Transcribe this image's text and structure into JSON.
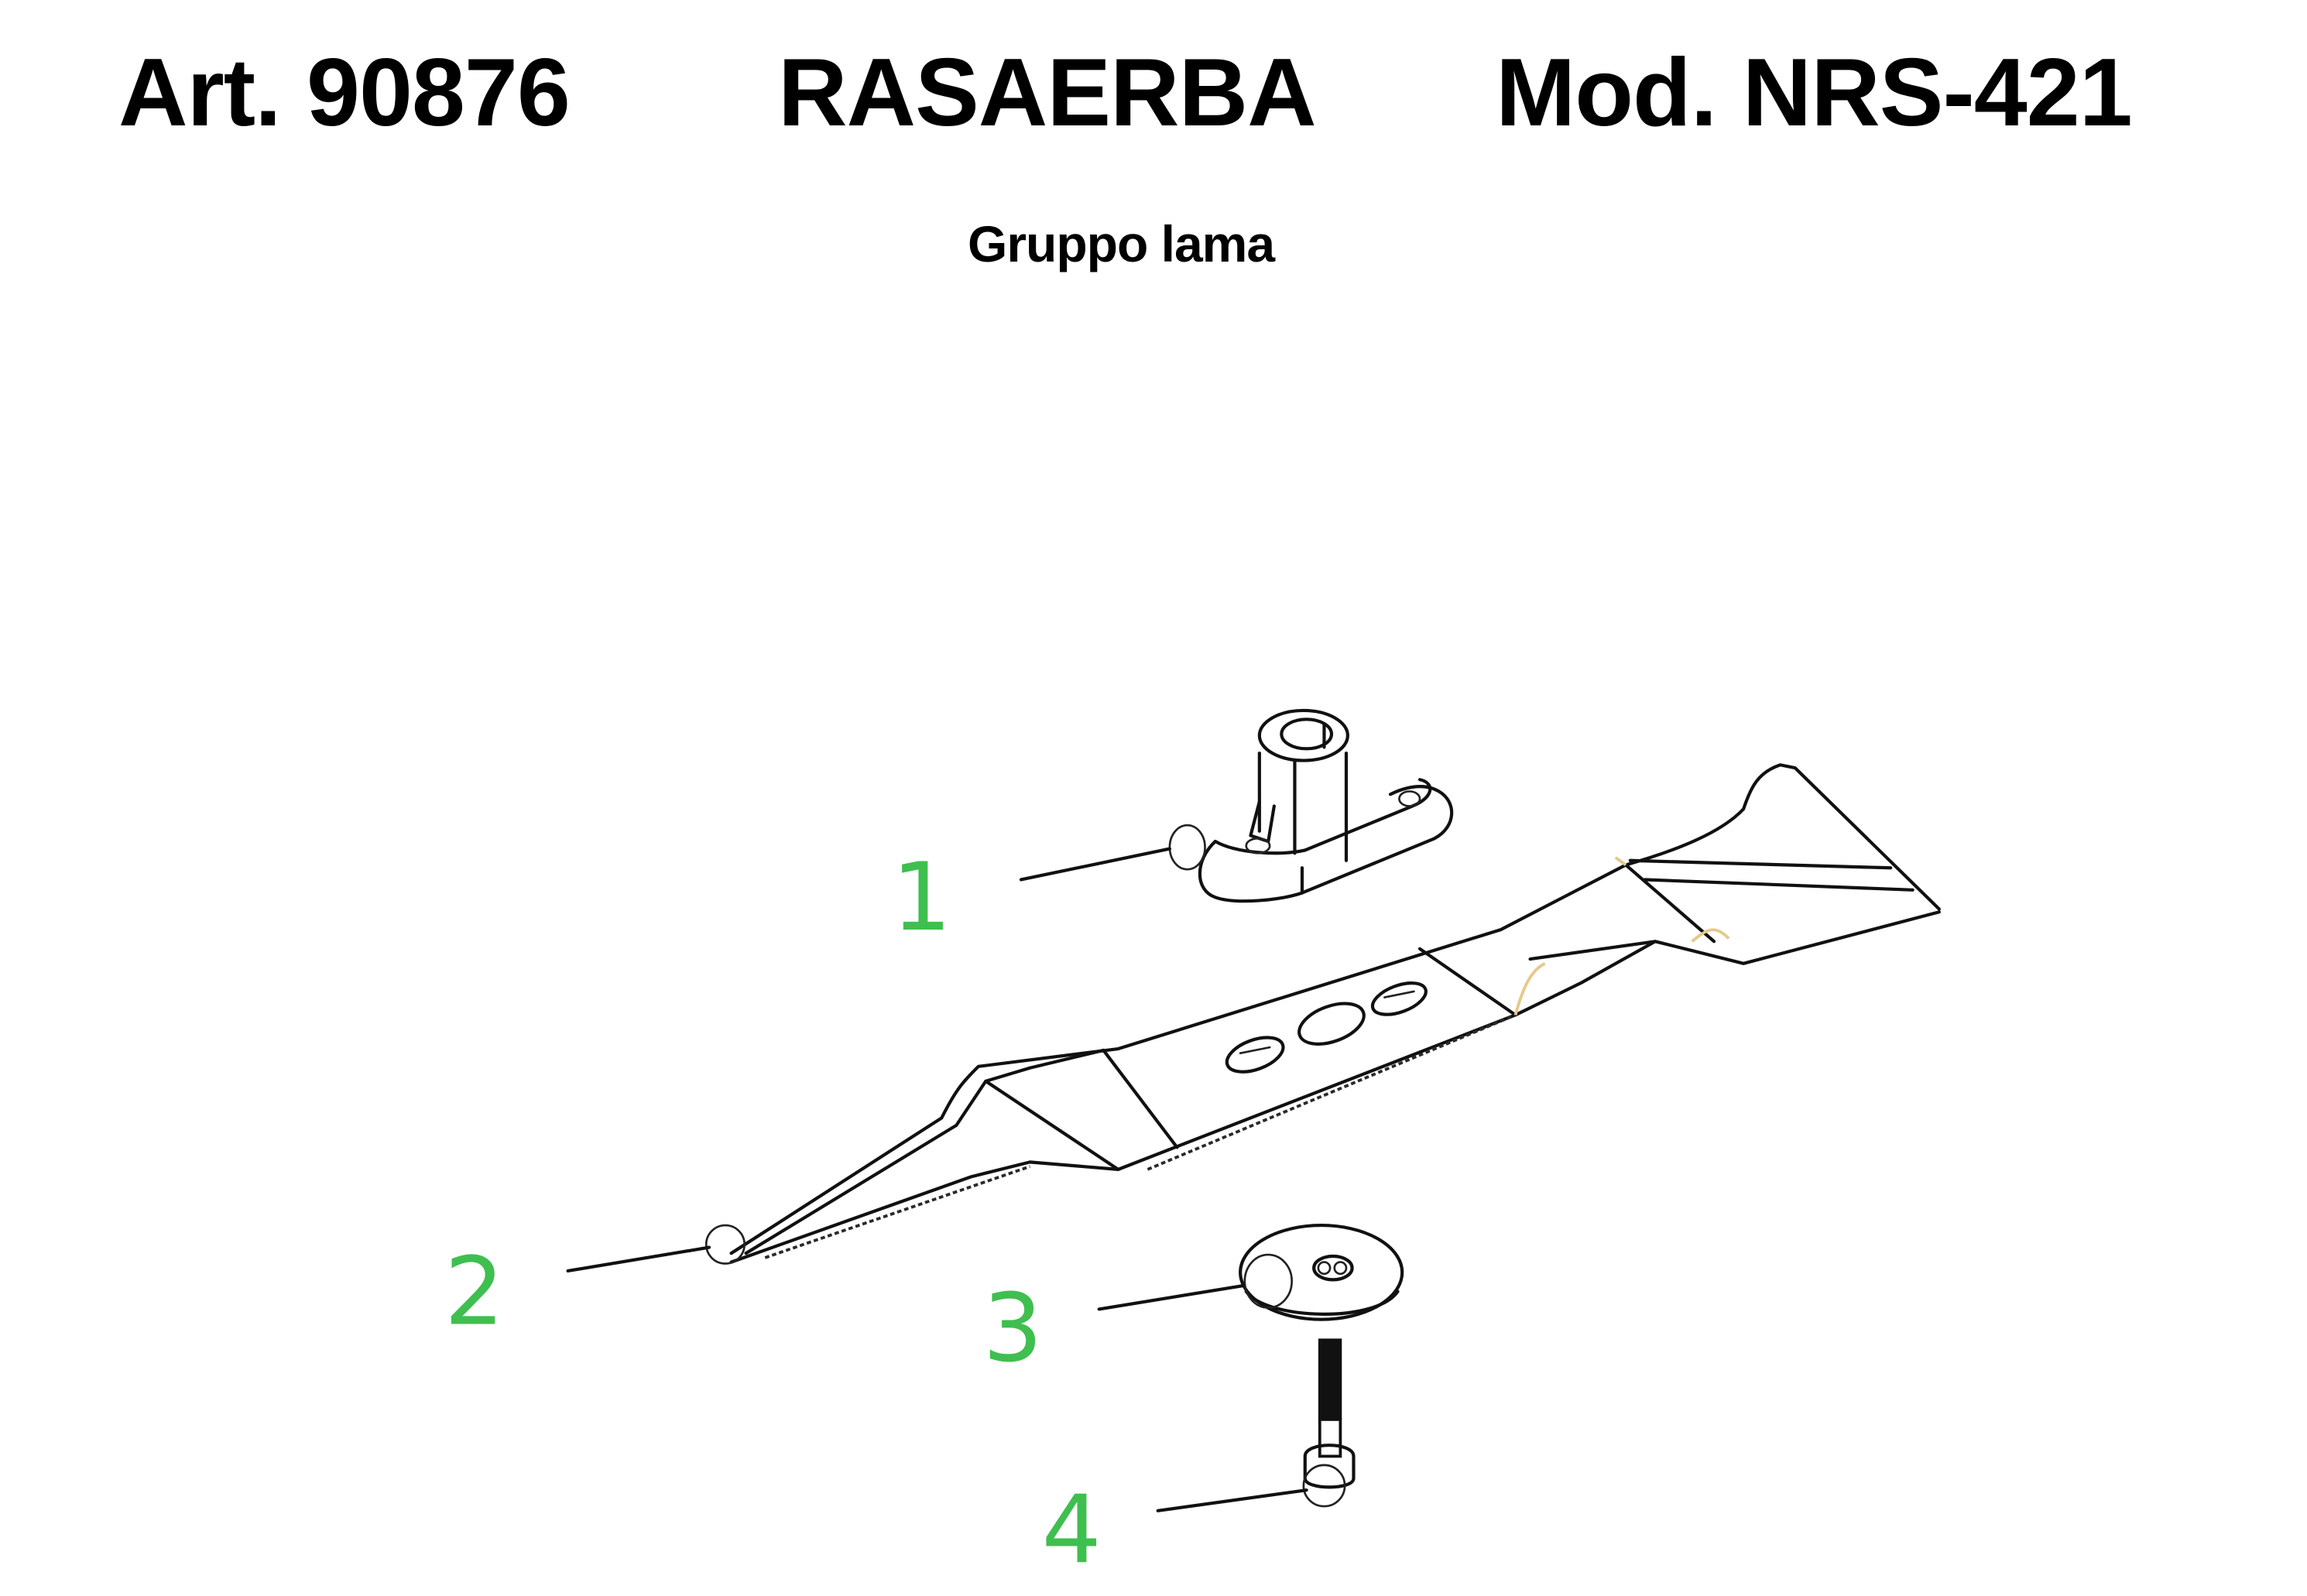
{
  "header": {
    "article": "Art. 90876",
    "product": "RASAERBA",
    "model": "Mod. NRS-421"
  },
  "subtitle": "Gruppo lama",
  "diagram": {
    "label_color": "#3fbf4f",
    "accent_line_color": "#e6c889",
    "callouts": [
      {
        "number": "1",
        "part": "blade-adapter-hub"
      },
      {
        "number": "2",
        "part": "blade"
      },
      {
        "number": "3",
        "part": "washer"
      },
      {
        "number": "4",
        "part": "bolt"
      }
    ]
  }
}
